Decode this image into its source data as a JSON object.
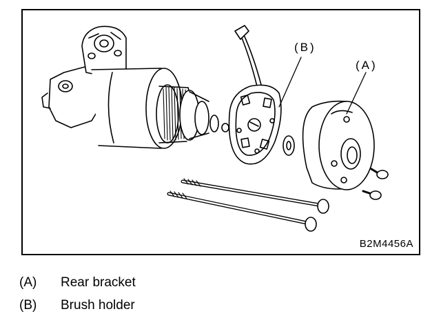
{
  "figure": {
    "code": "B2M4456A",
    "callouts": [
      {
        "key": "(A)"
      },
      {
        "key": "(B)"
      }
    ]
  },
  "legend": [
    {
      "key": "(A)",
      "label": "Rear bracket"
    },
    {
      "key": "(B)",
      "label": "Brush holder"
    }
  ]
}
